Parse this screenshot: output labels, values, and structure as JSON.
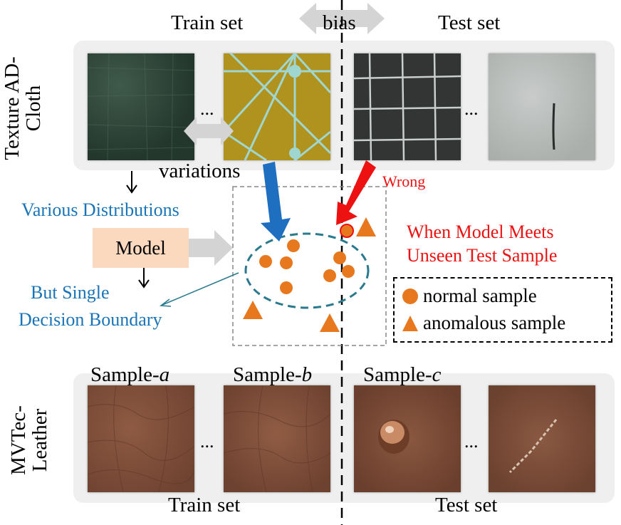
{
  "top": {
    "train_label": "Train set",
    "test_label": "Test set",
    "bias_label": "bias",
    "row_label_line1": "Texture AD-",
    "row_label_line2": "Cloth",
    "variations_label": "variations",
    "ellipsis": "..."
  },
  "middle": {
    "various_distributions": "Various Distributions",
    "model_label": "Model",
    "single_boundary_line1": "But Single",
    "single_boundary_line2": "Decision Boundary",
    "wrong_label": "Wrong",
    "meets_line1": "When Model Meets",
    "meets_line2": "Unseen Test Sample",
    "legend": {
      "normal": "normal sample",
      "anomalous": "anomalous sample"
    }
  },
  "bottom": {
    "sample_a_prefix": "Sample-",
    "sample_a_suffix": "a",
    "sample_b_prefix": "Sample-",
    "sample_b_suffix": "b",
    "sample_c_prefix": "Sample-",
    "sample_c_suffix": "c",
    "row_label_line1": "MVTec-",
    "row_label_line2": "Leather",
    "train_label": "Train set",
    "test_label": "Test set",
    "ellipsis": "..."
  },
  "colors": {
    "panel": "#efefef",
    "orange": "#e8781e",
    "blue_text": "#1a74b8",
    "red": "#ee1111",
    "model_fill": "#fbd9bf",
    "arrow_blue": "#1f6fc0",
    "arrow_gray": "#d4d4d4",
    "boundary": "#2a7a8e"
  }
}
